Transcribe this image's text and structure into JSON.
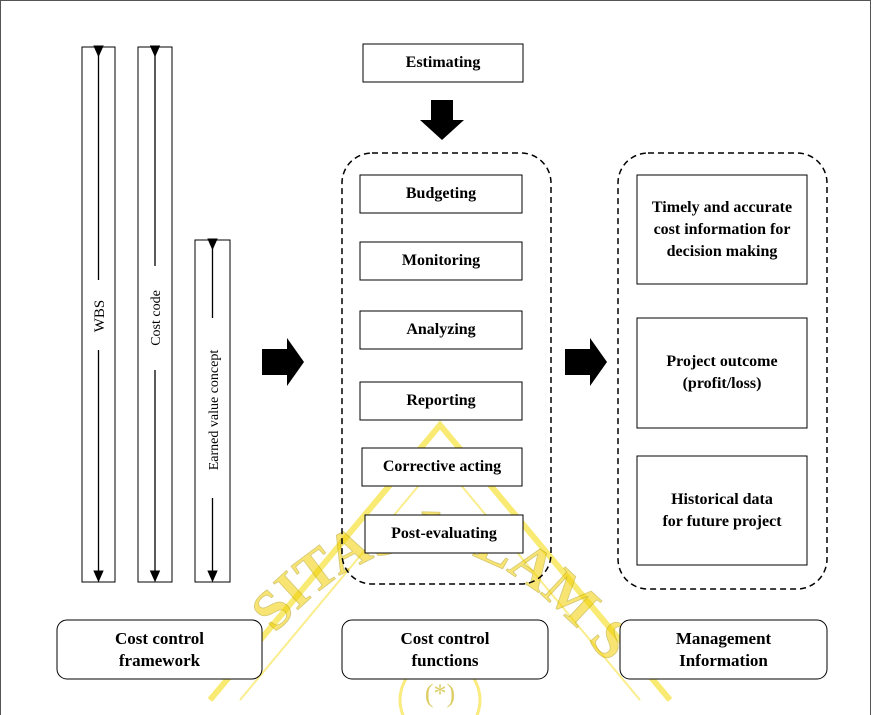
{
  "framework_bars": [
    {
      "label": "WBS"
    },
    {
      "label": "Cost code"
    },
    {
      "label": "Earned value concept"
    }
  ],
  "top_box": "Estimating",
  "functions": [
    "Budgeting",
    "Monitoring",
    "Analyzing",
    "Reporting",
    "Corrective acting",
    "Post-evaluating"
  ],
  "outputs": [
    "Timely and accurate cost information for decision making",
    "Project outcome (profit/loss)",
    "Historical data for future project"
  ],
  "footer_labels": {
    "framework": "Cost control framework",
    "functions": "Cost control functions",
    "management": "Management Information"
  },
  "watermark": {
    "text": "SITAS ISLAM SULTAN",
    "color": "#f0d000"
  }
}
